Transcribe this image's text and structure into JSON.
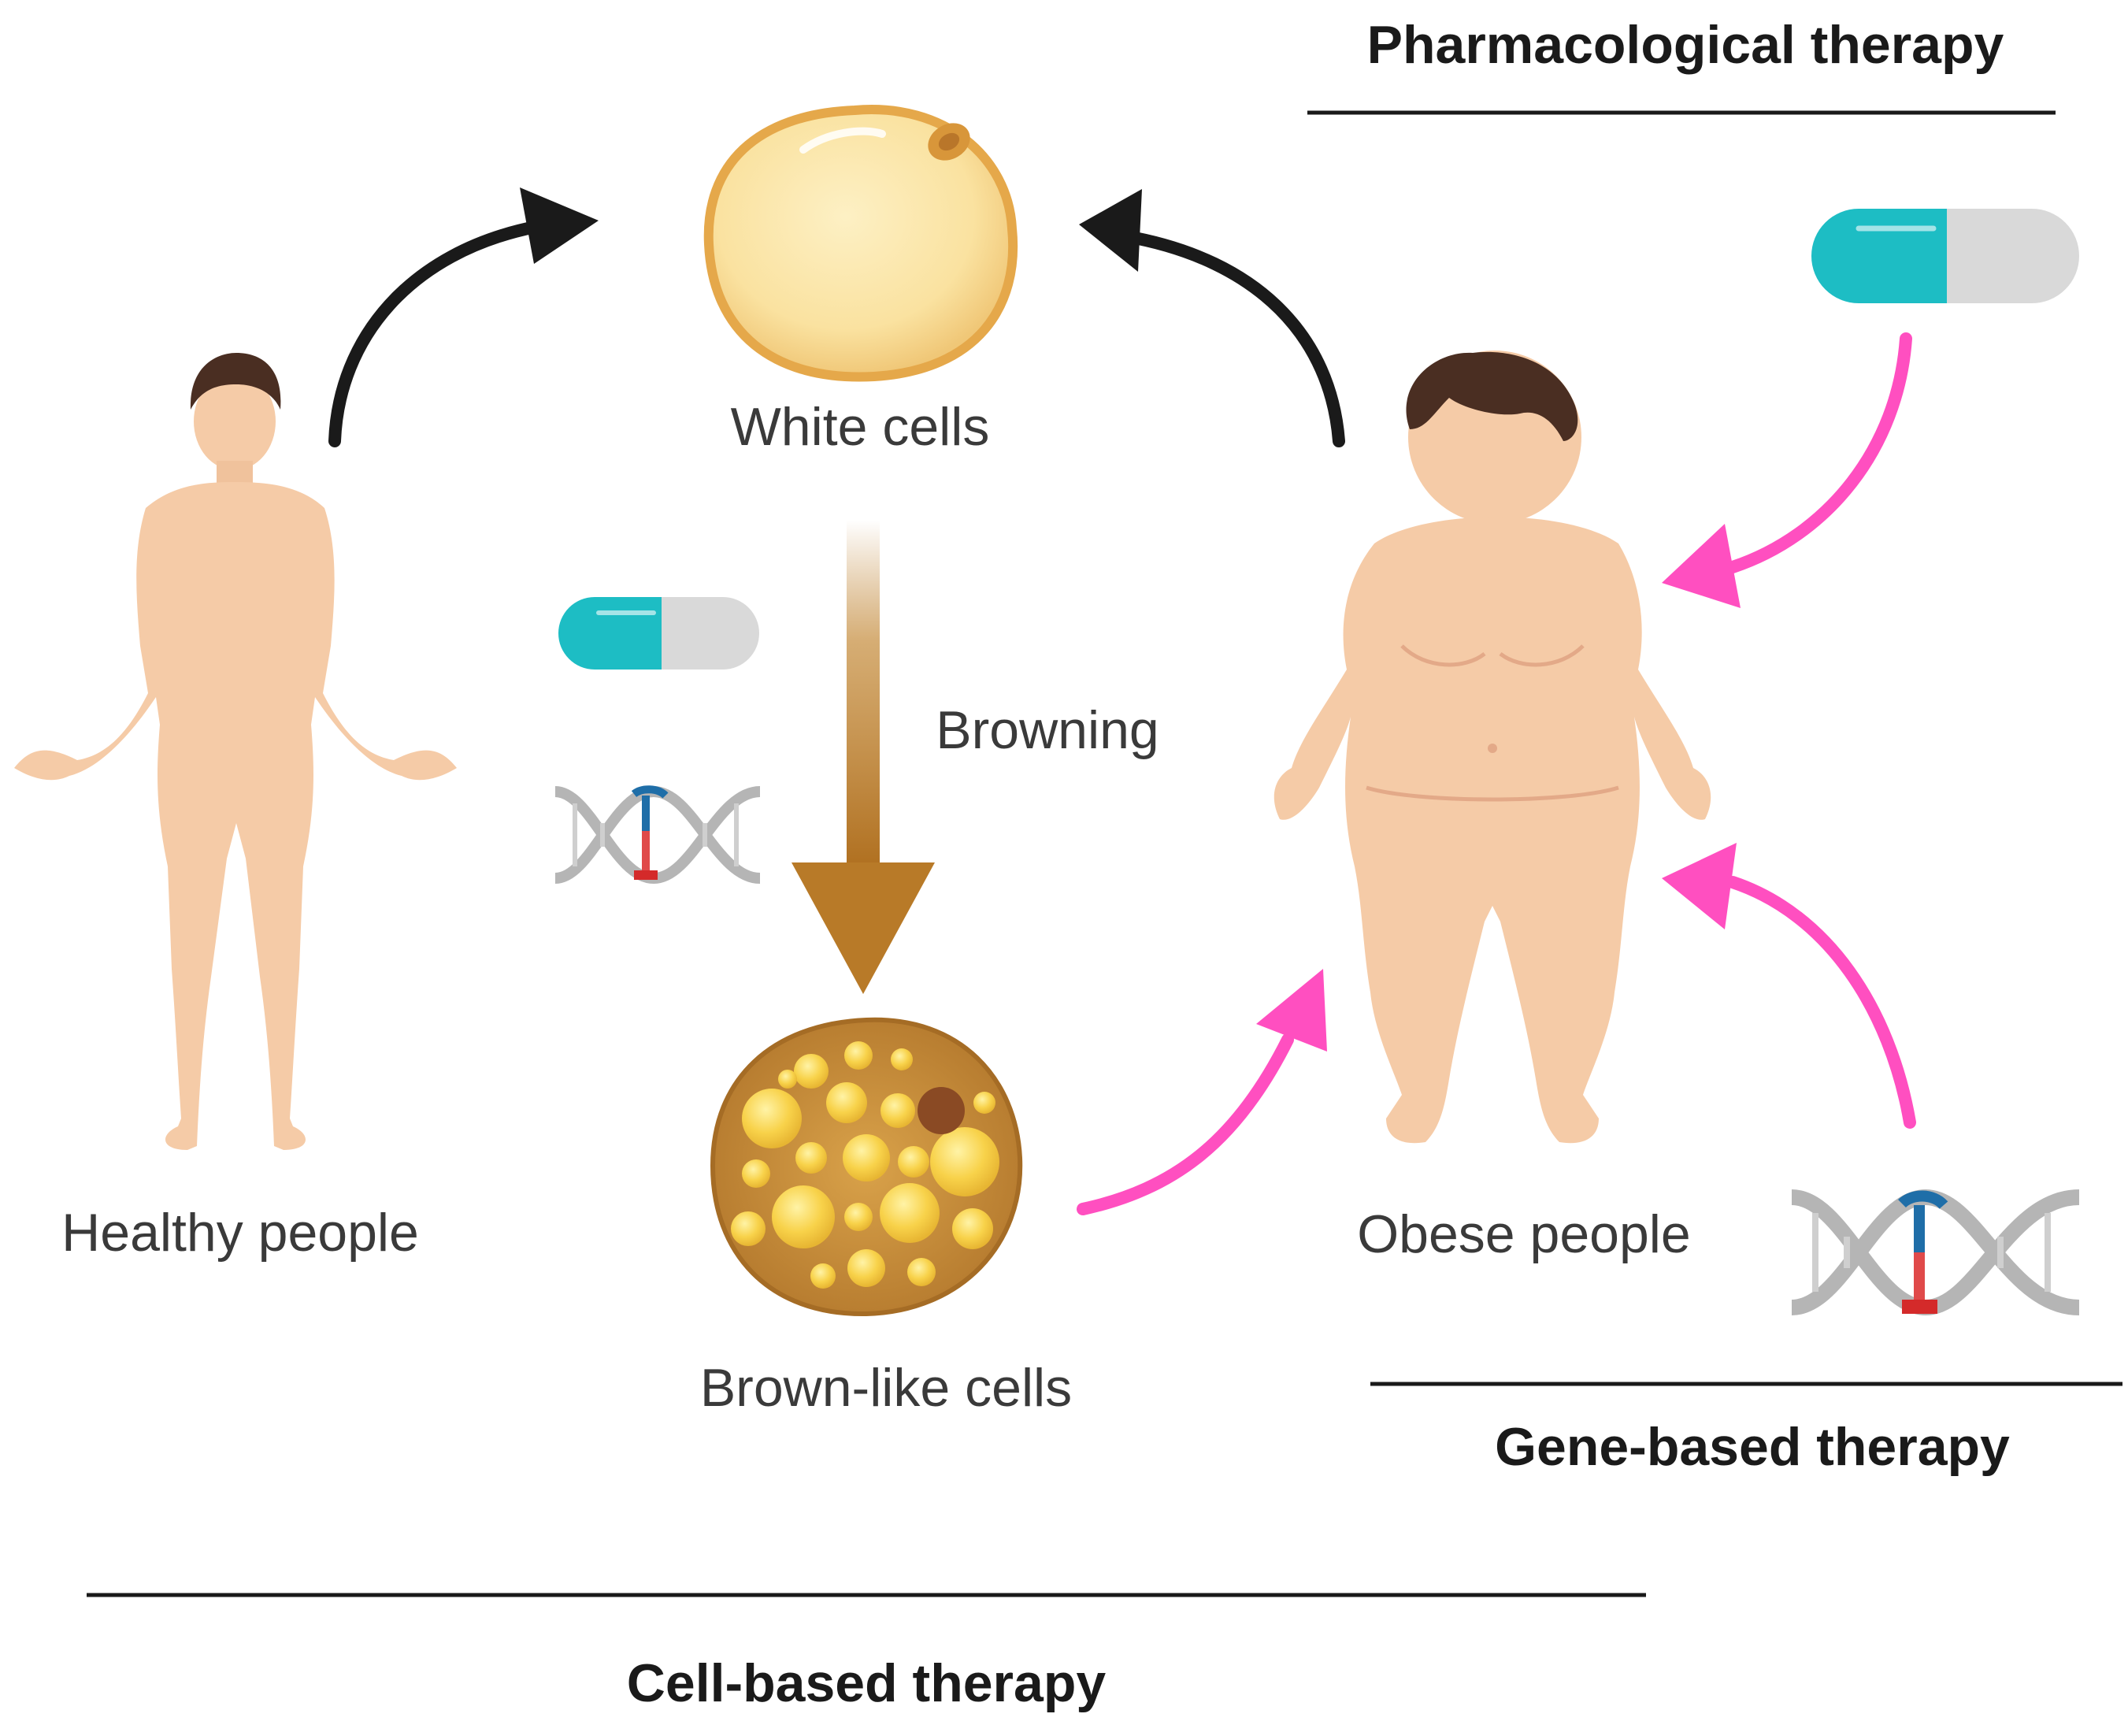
{
  "headings": {
    "pharmacological": "Pharmacological therapy",
    "gene_based": "Gene-based therapy",
    "cell_based": "Cell-based therapy"
  },
  "labels": {
    "white_cells": "White cells",
    "browning": "Browning",
    "brown_like_cells": "Brown-like cells",
    "healthy_people": "Healthy people",
    "obese_people": "Obese people"
  },
  "icons": {
    "capsule": "capsule-icon",
    "dna": "dna-icon",
    "white_cell": "white-adipocyte-icon",
    "brown_cell": "brown-adipocyte-icon",
    "healthy_person": "healthy-person-icon",
    "obese_person": "obese-person-icon"
  },
  "colors": {
    "black_arrow": "#1a1a1a",
    "pink_arrow": "#ff4fc0",
    "browning_arrow": "#b87a28",
    "capsule_teal": "#1dbdc4",
    "capsule_grey": "#d9d9d9",
    "skin": "#f5cba7",
    "hair": "#4a2e22"
  }
}
